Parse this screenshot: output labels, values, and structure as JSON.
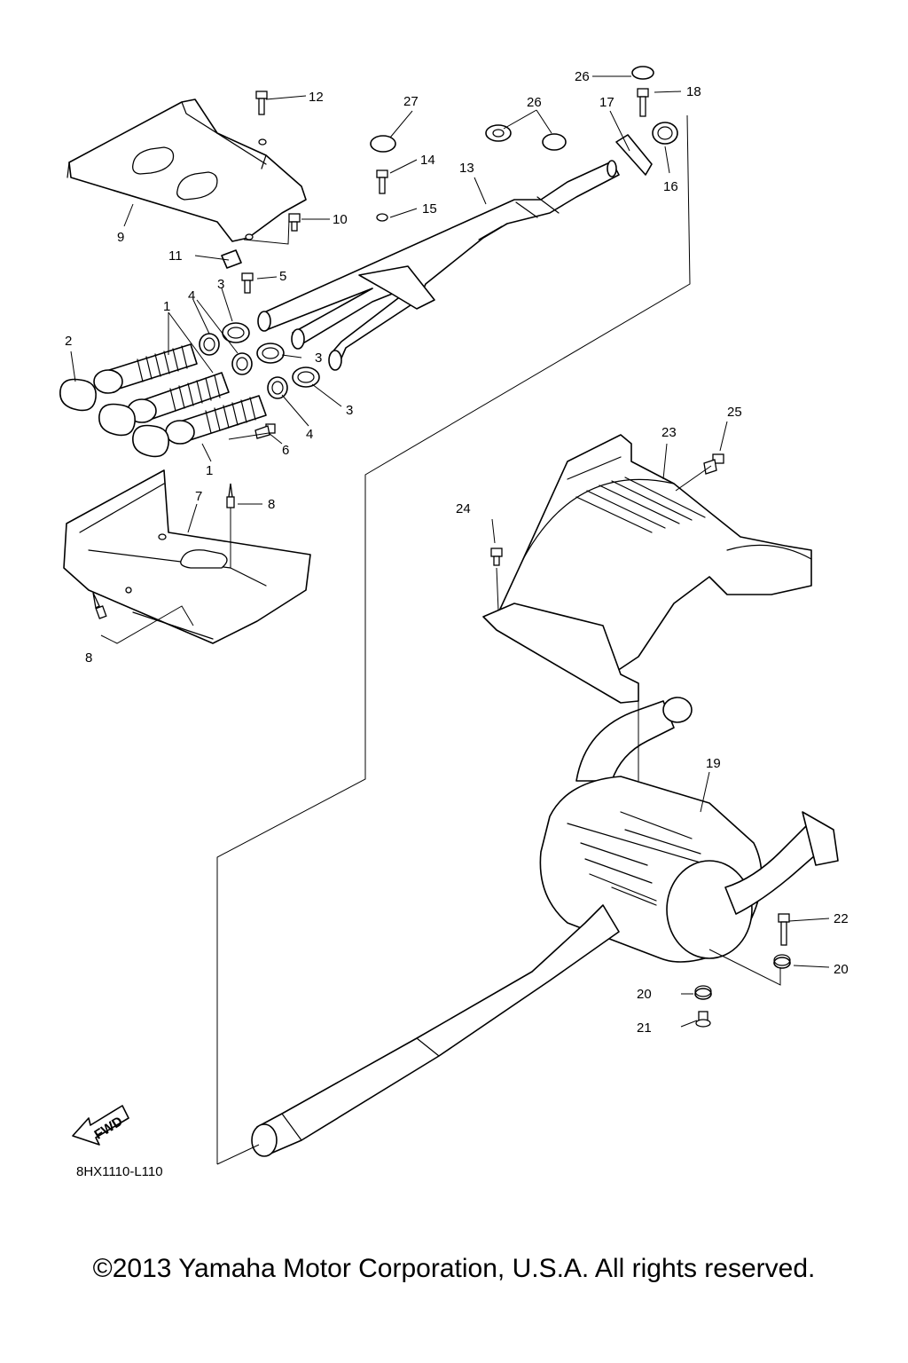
{
  "diagram": {
    "code": "8HX1110-L110",
    "fwd_label": "FWD",
    "callouts": {
      "c1a": "1",
      "c1b": "1",
      "c2": "2",
      "c3a": "3",
      "c3b": "3",
      "c3c": "3",
      "c4a": "4",
      "c4b": "4",
      "c5": "5",
      "c6": "6",
      "c7": "7",
      "c8a": "8",
      "c8b": "8",
      "c9": "9",
      "c10": "10",
      "c11": "11",
      "c12": "12",
      "c13": "13",
      "c14": "14",
      "c15": "15",
      "c16": "16",
      "c17": "17",
      "c18": "18",
      "c19": "19",
      "c20a": "20",
      "c20b": "20",
      "c21": "21",
      "c22": "22",
      "c23": "23",
      "c24": "24",
      "c25": "25",
      "c26a": "26",
      "c26b": "26",
      "c27": "27"
    }
  },
  "footer": {
    "copyright": "©2013 Yamaha Motor Corporation, U.S.A. All rights reserved."
  }
}
